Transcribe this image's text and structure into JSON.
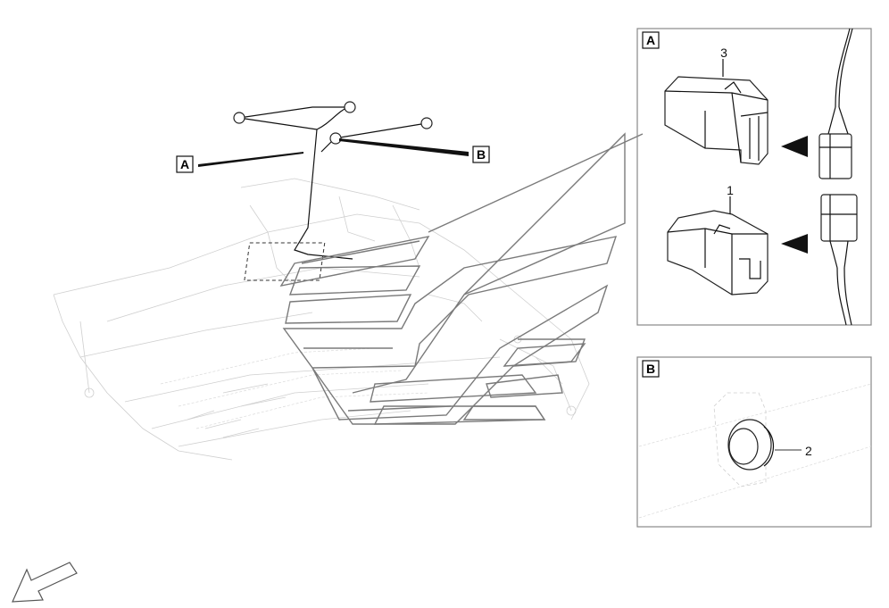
{
  "main_view": {
    "callout_a": "A",
    "callout_b": "B"
  },
  "detail_a": {
    "tag": "A",
    "part_3": "3",
    "part_1": "1"
  },
  "detail_b": {
    "tag": "B",
    "part_2": "2"
  },
  "icons": {
    "direction": "direction-arrow-icon"
  },
  "colors": {
    "ink": "#111111",
    "faint": "#cfcfcf",
    "frame": "#888888"
  }
}
